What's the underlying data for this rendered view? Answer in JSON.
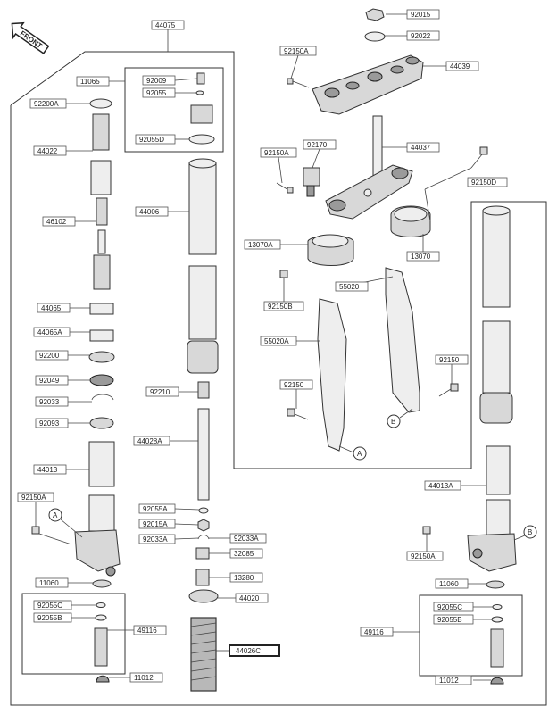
{
  "front_label": "FRONT",
  "labels": {
    "p44075": "44075",
    "p92015": "92015",
    "p92022": "92022",
    "p92150A_top": "92150A",
    "p44039": "44039",
    "p11065": "11065",
    "p92009": "92009",
    "p92055": "92055",
    "p92055D": "92055D",
    "p92200A": "92200A",
    "p44022": "44022",
    "p92150A_mid": "92150A",
    "p92170": "92170",
    "p44037": "44037",
    "p92150D": "92150D",
    "p44006": "44006",
    "p46102": "46102",
    "p13070A": "13070A",
    "p13070": "13070",
    "p55020": "55020",
    "p92150B": "92150B",
    "p44065": "44065",
    "p44065A": "44065A",
    "p55020A": "55020A",
    "p92200": "92200",
    "p92049": "92049",
    "p92150_r": "92150",
    "p92150_l": "92150",
    "p92210": "92210",
    "p92033": "92033",
    "p92093": "92093",
    "p44028A": "44028A",
    "p44013": "44013",
    "p44013A": "44013A",
    "p92150A_fl": "92150A",
    "p92055A": "92055A",
    "p92015A": "92015A",
    "p92033A_l": "92033A",
    "p92033A_r": "92033A",
    "p32085": "32085",
    "p92150A_fr": "92150A",
    "p13280": "13280",
    "p11060_l": "11060",
    "p11060_r": "11060",
    "p44020": "44020",
    "p92055C_l": "92055C",
    "p92055C_r": "92055C",
    "p92055B_l": "92055B",
    "p92055B_r": "92055B",
    "p49116_l": "49116",
    "p49116_r": "49116",
    "p44026C": "44026C",
    "p11012_l": "11012",
    "p11012_r": "11012"
  },
  "markers": {
    "a1": "A",
    "a2": "A",
    "b1": "B",
    "b2": "B"
  }
}
